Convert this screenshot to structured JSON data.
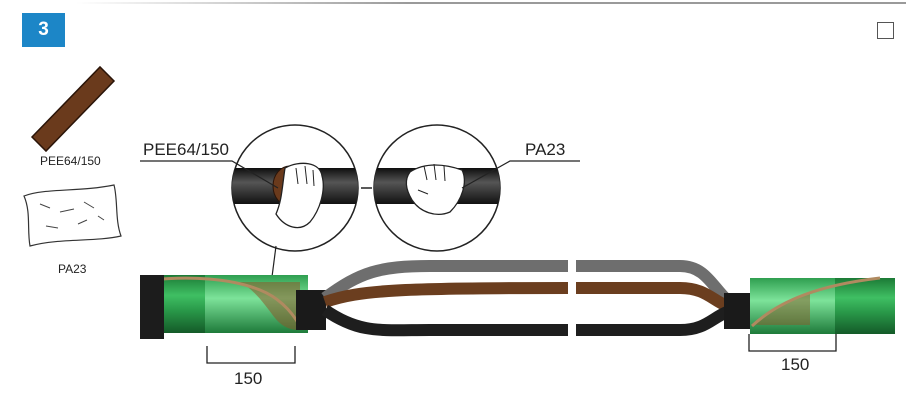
{
  "step": {
    "number": "3"
  },
  "materials": [
    {
      "name": "PEE64/150",
      "icon": "brown-tape-strip-icon"
    },
    {
      "name": "PA23",
      "icon": "cleaning-cloth-icon"
    }
  ],
  "callouts": {
    "left": "PEE64/150",
    "right": "PA23"
  },
  "dimensions": {
    "left": "150",
    "right": "150"
  },
  "colors": {
    "badge": "#1c86c7",
    "cable_jacket": "#2a9a4a",
    "tape": "#6a3a1c",
    "core_grey": "#6e6e6e",
    "core_brown": "#6b3e1f",
    "core_black": "#1e1e1e"
  }
}
